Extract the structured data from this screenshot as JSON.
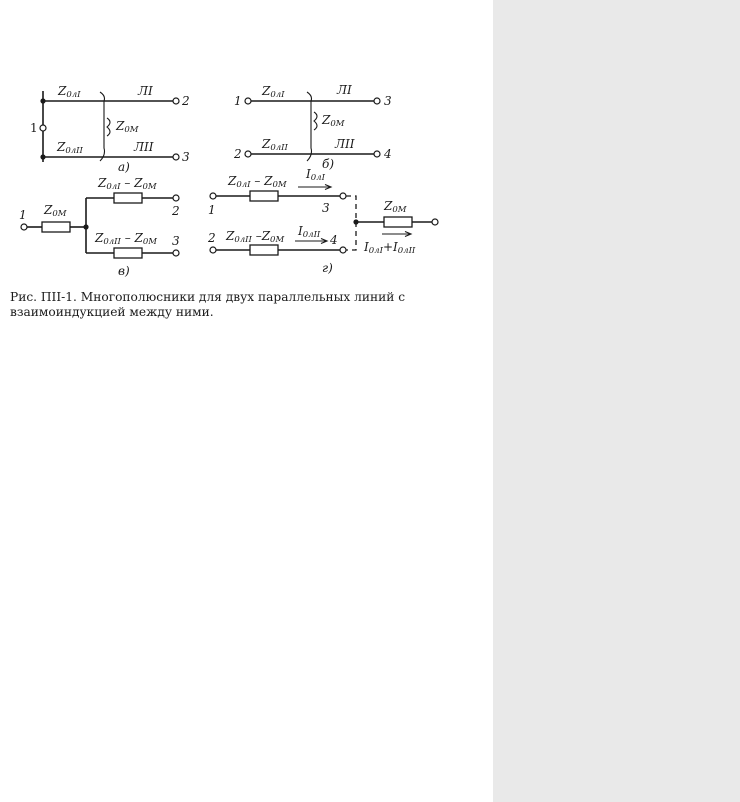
{
  "figure": {
    "a": {
      "label": "а)",
      "z_top": {
        "main": "Z",
        "sub": "0лI"
      },
      "z_bottom": {
        "main": "Z",
        "sub": "0лII"
      },
      "z_mutual": {
        "main": "Z",
        "sub": "0M"
      },
      "line_top": "ЛI",
      "line_bottom": "ЛII",
      "node_1": "1",
      "node_2": "2",
      "node_3": "3"
    },
    "b": {
      "label": "б)",
      "z_top": {
        "main": "Z",
        "sub": "0лI"
      },
      "z_bottom": {
        "main": "Z",
        "sub": "0лII"
      },
      "z_mutual": {
        "main": "Z",
        "sub": "0M"
      },
      "line_top": "ЛI",
      "line_bottom": "ЛII",
      "node_1": "1",
      "node_2": "2",
      "node_3": "3",
      "node_4": "4"
    },
    "v": {
      "label": "в)",
      "z_common": {
        "main": "Z",
        "sub": "0M"
      },
      "z_top": {
        "main": "Z",
        "sub1": "0лI",
        "mid": " – Z",
        "sub2": "0M"
      },
      "z_bottom": {
        "main": "Z",
        "sub1": "0лII",
        "mid": " – Z",
        "sub2": "0M"
      },
      "node_1": "1",
      "node_2": "2",
      "node_3": "3"
    },
    "g": {
      "label": "г)",
      "z_top": {
        "main": "Z",
        "sub1": "0лI",
        "mid": " – Z",
        "sub2": "0M"
      },
      "z_bottom": {
        "main": "Z",
        "sub1": "0лII",
        "mid": " –Z",
        "sub2": "0M"
      },
      "i_top": {
        "main": "I",
        "sub": "0лI"
      },
      "i_bottom": {
        "main": "I",
        "sub": "0лII"
      },
      "z_out": {
        "main": "Z",
        "sub": "0M"
      },
      "i_sum": {
        "main1": "I",
        "sub1": "0лI",
        "plus": "+",
        "main2": "I",
        "sub2": "0лII"
      },
      "node_1": "1",
      "node_2": "2",
      "node_3": "3",
      "node_4": "4"
    }
  },
  "caption": "Рис. ПII-1. Многополюсники для двух параллельных линий с взаимоиндукцией между ними."
}
